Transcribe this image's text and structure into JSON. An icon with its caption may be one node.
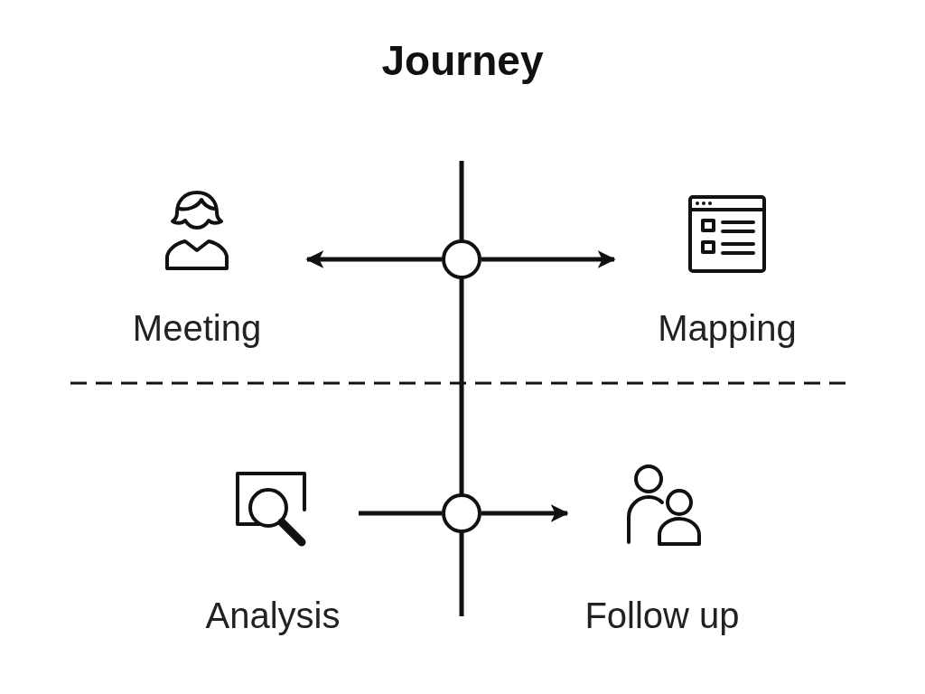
{
  "diagram": {
    "title": "Journey",
    "nodes": [
      {
        "text": [
          "Meeting"
        ]
      },
      {
        "text": [],
        "shape": "circle"
      },
      {
        "text": [
          "Mapping"
        ]
      },
      {
        "text": [
          "Analysis"
        ]
      },
      {
        "text": [],
        "shape": "circle"
      },
      {
        "text": [
          "Follow up"
        ]
      }
    ],
    "edges": [
      {
        "from": 1,
        "to": 0,
        "arrow": "to"
      },
      {
        "from": 1,
        "to": 2,
        "arrow": "to"
      },
      {
        "from": 3,
        "to": 4,
        "arrow": "none"
      },
      {
        "from": 4,
        "to": 5,
        "arrow": "to"
      }
    ]
  }
}
